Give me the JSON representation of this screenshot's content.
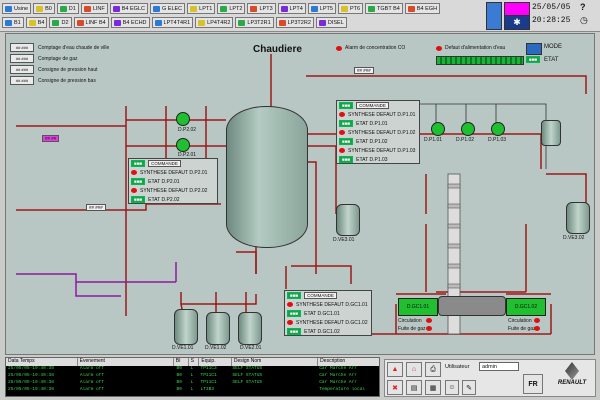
{
  "topbar": {
    "row1": [
      "Usine",
      "B0",
      "D1",
      "LINF",
      "B4 EGLC",
      "G ELEC",
      "LPT1",
      "LPT2",
      "LPT3",
      "LPT4",
      "LPT5",
      "PT6",
      "TGBT B4",
      "B4 EGH"
    ],
    "row2": [
      "B1",
      "B4",
      "D2",
      "LINF B4",
      "B4 ECHD",
      "LPT4T4R1",
      "LP4T4R2",
      "LP3T2R1",
      "LP3T2R2",
      "DISEL"
    ],
    "date": "25/05/05",
    "time": "20:28:25"
  },
  "main": {
    "title": "Chaudiere",
    "legend": [
      {
        "tag": "## ###",
        "label": "Comptage d'eau chaude de ville"
      },
      {
        "tag": "## ###",
        "label": "Comptage de gaz"
      },
      {
        "tag": "## ###",
        "label": "Consigne de pression haut"
      },
      {
        "tag": "## ###",
        "label": "Consigne de pression bas"
      }
    ],
    "alarm_co_label": "Alarm de concentration CO",
    "defaut_eau_label": "Defaut d'alimentation d'eau",
    "mode_label": "MODE",
    "etat_label": "ETAT",
    "val_tags": [
      "## ###",
      "## ##",
      "## ###"
    ],
    "panel_p1": {
      "cmd": "COMMANDE",
      "rows": [
        "SYNTHESE DEFAUT D.P1.01",
        "ETAT D.P1.01",
        "SYNTHESE DEFAUT D.P1.02",
        "ETAT D.P1.02",
        "SYNTHESE DEFAUT D.P1.03",
        "ETAT D.P1.03"
      ]
    },
    "panel_p2": {
      "cmd": "COMMANDE",
      "rows": [
        "SYNTHESE DEFAUT D.P2.01",
        "ETAT D.P2.01",
        "SYNTHESE DEFAUT D.P2.02",
        "ETAT D.P2.02"
      ]
    },
    "panel_gc": {
      "cmd": "COMMANDE",
      "rows": [
        "SYNTHESE DEFAUT D.GC1.01",
        "ETAT D.GC1.01",
        "SYNTHESE DEFAUT D.GC1.02",
        "ETAT D.GC1.02"
      ]
    },
    "labels": {
      "dp202": "D.P2.02",
      "dp201": "D.P2.01",
      "dp101": "D.P1.01",
      "dp102": "D.P1.02",
      "dp103": "D.P1.03",
      "dve301": "D.VE3.01",
      "dve302": "D.VE3.02",
      "dve101": "D.VE1.01",
      "dve102": "D.VE1.02",
      "dve201": "D.VE2.01",
      "dgc101": "D.GC1.01",
      "dgc102": "D.GC1.02",
      "circ1": "Circulation",
      "fuite1": "Fuite de gaz",
      "circ2": "Circulation",
      "fuite2": "Fuite de gaz"
    }
  },
  "alarms": {
    "columns": [
      "Data Temps",
      "Evenement",
      "BI",
      "S",
      "Equip.",
      "Design Nom",
      "Description"
    ],
    "rows": [
      [
        "25/05/05-19:40:38",
        "Alarm off",
        "B0",
        "L",
        "TP11C3",
        "SELF STATUS",
        "Car Marche Arr"
      ],
      [
        "25/05/05-19:40:38",
        "Alarm off",
        "B0",
        "L",
        "TP11C1",
        "SELF STATUS",
        "Car Marche Arr"
      ],
      [
        "25/05/05-19:40:38",
        "Alarm off",
        "B0",
        "L",
        "TP11C1",
        "SELF STATUS",
        "Car Marche Arr"
      ],
      [
        "25/05/05-19:40:38",
        "Alarm off",
        "B0",
        "L",
        "LT3B3",
        "",
        "Temperature local"
      ]
    ]
  },
  "footer": {
    "user_label": "Utilisateur",
    "user_value": "admin",
    "lang": "FR",
    "brand": "RENAULT"
  },
  "colors": {
    "pipe": "#9a1a1a",
    "pump": "#1fbf2f",
    "tank": "#8fa8a0",
    "panel": "#ccd3d0"
  }
}
